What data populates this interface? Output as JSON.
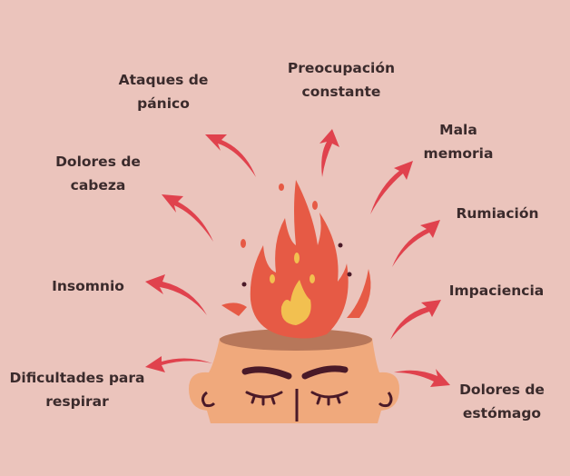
{
  "colors": {
    "background": "#ebc4bc",
    "arrow": "#e0424d",
    "flame": "#e65a45",
    "flame_core": "#f2c050",
    "skin": "#f0a97c",
    "features": "#4a1a28"
  },
  "labels": [
    {
      "id": "panic",
      "lines": [
        "Ataques de",
        "pánico"
      ]
    },
    {
      "id": "worry",
      "lines": [
        "Preocupación",
        "constante"
      ]
    },
    {
      "id": "memory",
      "lines": [
        "Mala",
        "memoria"
      ]
    },
    {
      "id": "headache",
      "lines": [
        "Dolores de",
        "cabeza"
      ]
    },
    {
      "id": "rumination",
      "lines": [
        "Rumiación"
      ]
    },
    {
      "id": "insomnia",
      "lines": [
        "Insomnio"
      ]
    },
    {
      "id": "impatience",
      "lines": [
        "Impaciencia"
      ]
    },
    {
      "id": "breathing",
      "lines": [
        "Dificultades para",
        "respirar"
      ]
    },
    {
      "id": "stomach",
      "lines": [
        "Dolores de",
        "estómago"
      ]
    }
  ]
}
